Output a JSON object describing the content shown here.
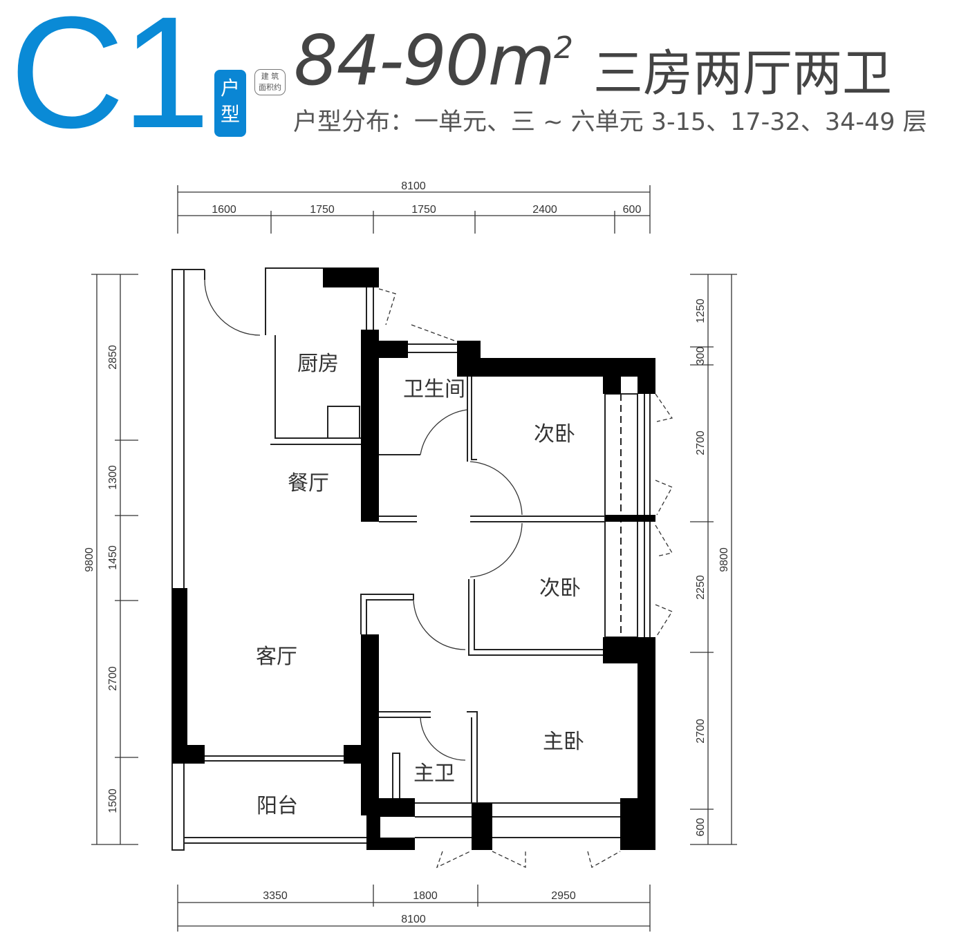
{
  "header": {
    "code": "C1",
    "badge": "户型",
    "area_label_1": "建 筑",
    "area_label_2": "面积约",
    "area": "84-90m",
    "area_unit_sup": "2",
    "layout": "三房两厅两卫",
    "distribution": "户型分布：一单元、三 ~ 六单元 3-15、17-32、34-49 层"
  },
  "rooms": {
    "kitchen": "厨房",
    "bath": "卫生间",
    "bed2a": "次卧",
    "bed2b": "次卧",
    "dining": "餐厅",
    "living": "客厅",
    "master": "主卧",
    "master_bath": "主卫",
    "balcony": "阳台"
  },
  "dimensions": {
    "top_total": "8100",
    "top": [
      "1600",
      "1750",
      "1750",
      "2400",
      "600"
    ],
    "bottom_total": "8100",
    "bottom": [
      "3350",
      "1800",
      "2950"
    ],
    "left_total": "9800",
    "left": [
      "2850",
      "1300",
      "1450",
      "2700",
      "1500"
    ],
    "right_total": "9800",
    "right": [
      "1250",
      "300",
      "2700",
      "2250",
      "2700",
      "600"
    ]
  }
}
